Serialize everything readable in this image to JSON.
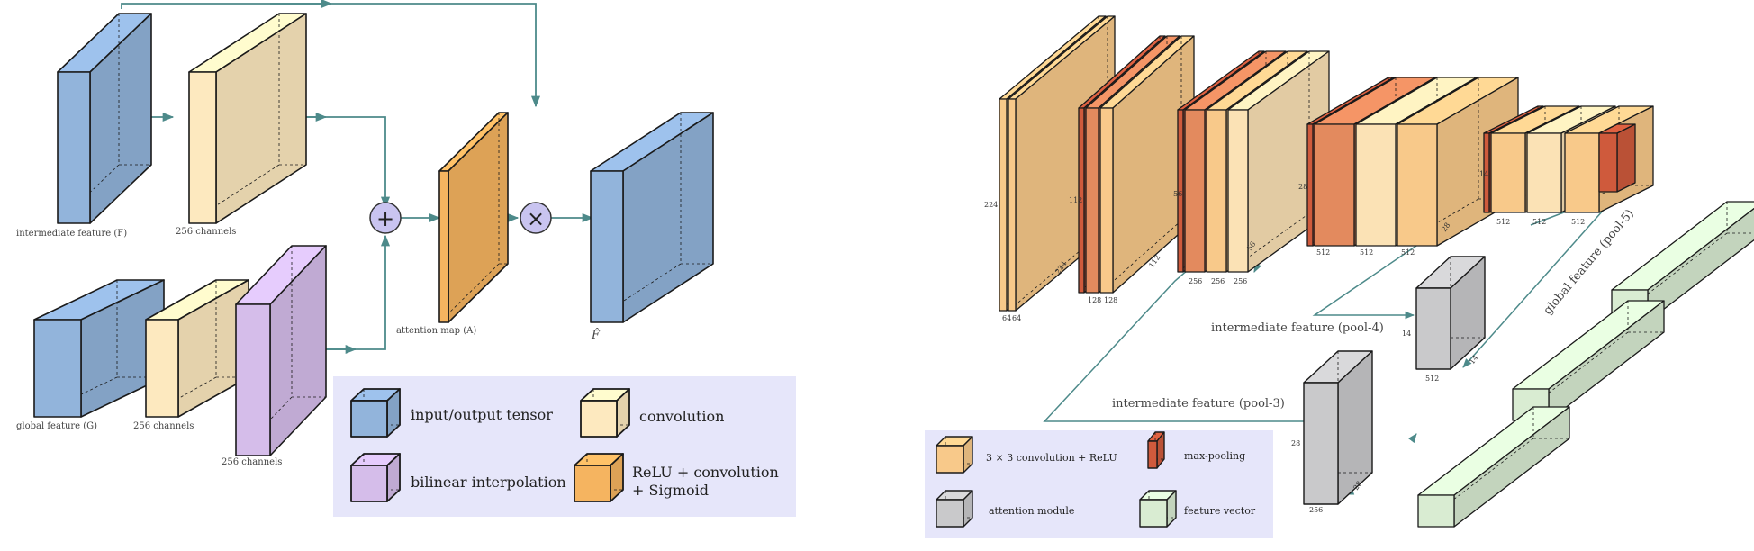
{
  "left": {
    "labels": {
      "intermediate_feature": "intermediate feature (F)",
      "channels_top": "256 channels",
      "global_feature": "global feature (G)",
      "channels_bottom": "256 channels",
      "channels_purple": "256 channels",
      "attention_map": "attention map (A)",
      "output": "F̂"
    },
    "operators": {
      "add": "+",
      "multiply": "×"
    },
    "legend": {
      "input_output": "input/output tensor",
      "convolution": "convolution",
      "bilinear": "bilinear interpolation",
      "relu_line1": "ReLU + convolution",
      "relu_line2": "+ Sigmoid"
    }
  },
  "right": {
    "block1": {
      "height": "224",
      "depth": "224",
      "ch1": "64",
      "ch2": "64"
    },
    "block2": {
      "height": "112",
      "depth": "112",
      "ch1": "128",
      "ch2": "128"
    },
    "block3": {
      "height": "56",
      "depth": "56",
      "ch1": "256",
      "ch2": "256",
      "ch3": "256"
    },
    "block4": {
      "height": "28",
      "depth": "28",
      "ch1": "512",
      "ch2": "512",
      "ch3": "512"
    },
    "block5": {
      "height": "14",
      "ch1": "512",
      "ch2": "512",
      "ch3": "512"
    },
    "att4": {
      "label": "intermediate feature (pool-4)",
      "size": "14",
      "channels": "512",
      "depth": "14"
    },
    "att3": {
      "label": "intermediate feature (pool-3)",
      "size": "28",
      "channels": "256",
      "depth": "28"
    },
    "global_label": "global feature (pool-5)",
    "legend": {
      "conv": "3 × 3 convolution + ReLU",
      "maxpool": "max-pooling",
      "attention": "attention module",
      "feature": "feature vector"
    }
  },
  "colors": {
    "blue": "#92b4db",
    "cream": "#fde9bf",
    "purple": "#d5bdea",
    "orange": "#f5b460",
    "arrow": "#4d8a8a",
    "legend_bg": "#e6e6fa",
    "circle": "#c9c4f0",
    "red": "#cf5a3c",
    "gray": "#c9c9cb",
    "green": "#d9ecd2"
  }
}
